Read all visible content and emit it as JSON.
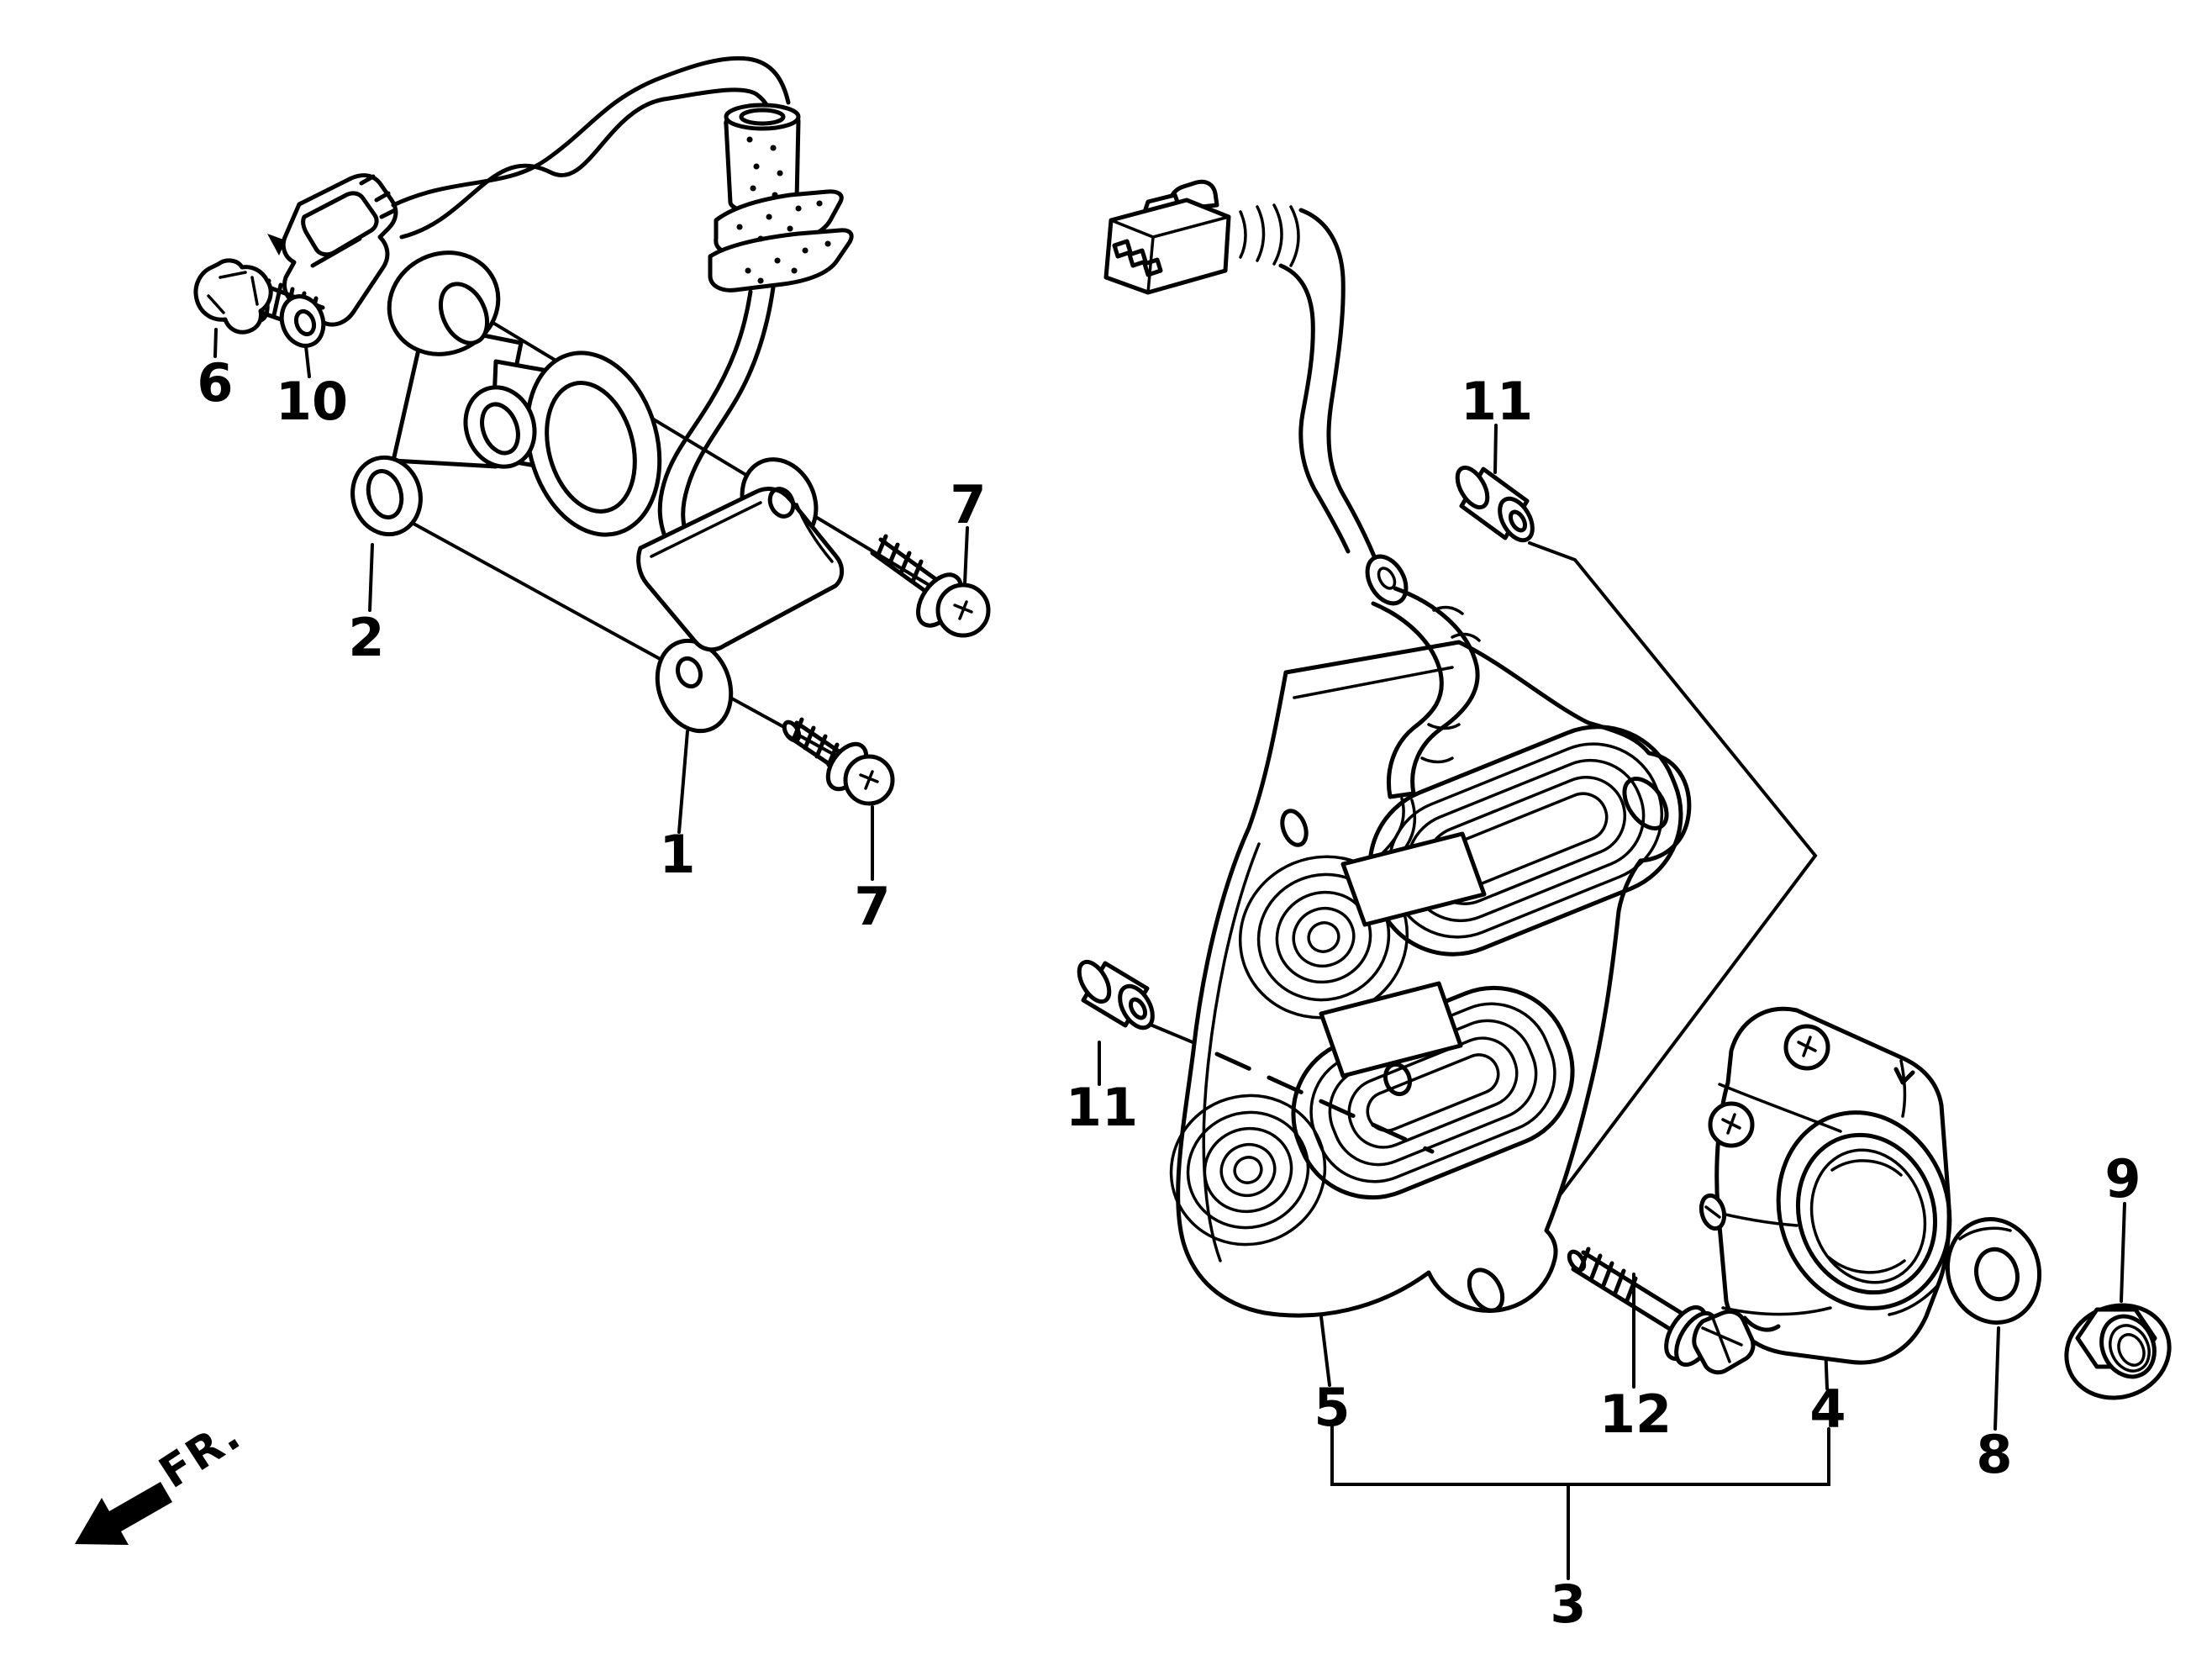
{
  "diagram": {
    "type": "exploded-parts-diagram",
    "colors": {
      "ink": "#000000",
      "paper": "#ffffff"
    },
    "fr_label": "FR.",
    "callouts": [
      {
        "part": "1"
      },
      {
        "part": "2"
      },
      {
        "part": "3"
      },
      {
        "part": "4"
      },
      {
        "part": "5"
      },
      {
        "part": "6"
      },
      {
        "part": "7"
      },
      {
        "part": "7"
      },
      {
        "part": "8"
      },
      {
        "part": "9"
      },
      {
        "part": "10"
      },
      {
        "part": "11"
      },
      {
        "part": "11"
      },
      {
        "part": "12"
      }
    ]
  }
}
